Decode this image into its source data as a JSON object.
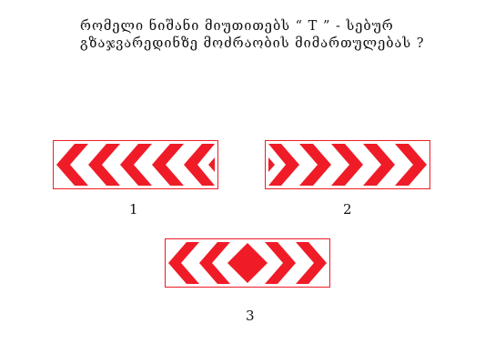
{
  "question": {
    "line1": "რომელი ნიშანი მიუთითებს “ T ” - სებურ",
    "line2": "გზაჯვარედინზე მოძრაობის მიმართულებას ?"
  },
  "colors": {
    "sign_red": "#ef1c27",
    "sign_white": "#ffffff",
    "border_red": "#ef1c27",
    "text": "#111111"
  },
  "signs": [
    {
      "caption": "1",
      "pattern": "chevrons-left",
      "chevron_count": 5
    },
    {
      "caption": "2",
      "pattern": "chevrons-right",
      "chevron_count": 5
    },
    {
      "caption": "3",
      "pattern": "chevrons-outward-with-center-diamond",
      "chevron_count": 4
    }
  ]
}
